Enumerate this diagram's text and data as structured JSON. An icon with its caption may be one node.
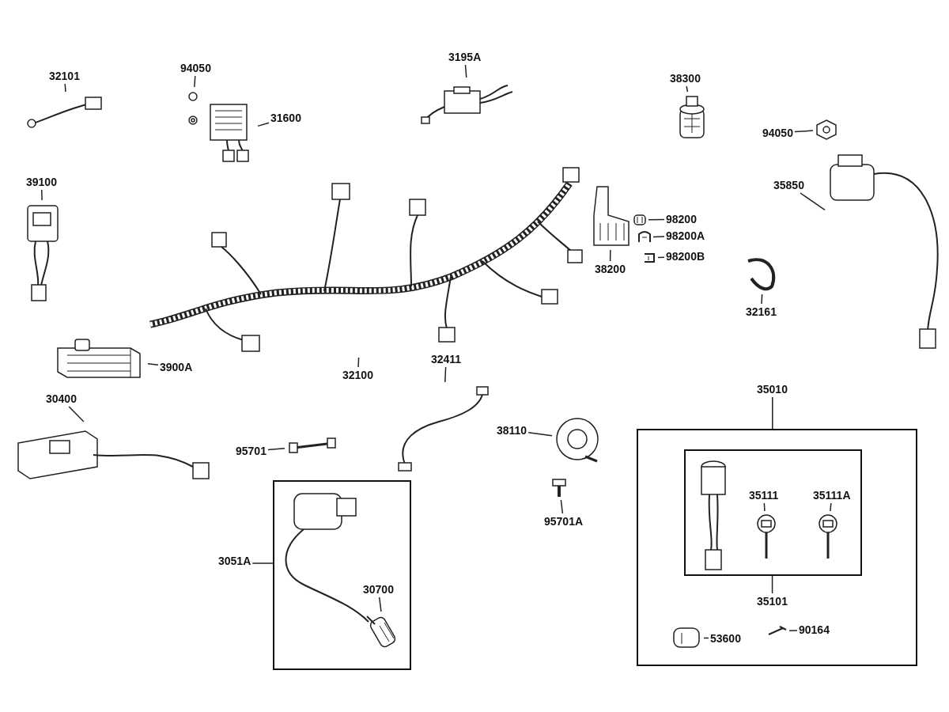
{
  "diagram": {
    "nodes": [
      {
        "text": [
          "32101"
        ]
      },
      {
        "text": [],
        "shape": "picture"
      },
      {
        "text": [
          "94050"
        ]
      },
      {
        "text": [],
        "shape": "picture"
      },
      {
        "text": [
          "31600"
        ]
      },
      {
        "text": [],
        "shape": "picture"
      },
      {
        "text": [
          "3195A"
        ]
      },
      {
        "text": [],
        "shape": "picture"
      },
      {
        "text": [
          "38300"
        ]
      },
      {
        "text": [],
        "shape": "picture"
      },
      {
        "text": [
          "94050"
        ]
      },
      {
        "text": [],
        "shape": "picture"
      },
      {
        "text": [
          "35850"
        ]
      },
      {
        "text": [],
        "shape": "picture"
      },
      {
        "text": [
          "39100"
        ]
      },
      {
        "text": [],
        "shape": "picture"
      },
      {
        "text": [
          "98200"
        ]
      },
      {
        "text": [],
        "shape": "picture"
      },
      {
        "text": [
          "98200A"
        ]
      },
      {
        "text": [],
        "shape": "picture"
      },
      {
        "text": [
          "98200B"
        ]
      },
      {
        "text": [],
        "shape": "picture"
      },
      {
        "text": [
          "38200"
        ]
      },
      {
        "text": [],
        "shape": "picture"
      },
      {
        "text": [
          "32100"
        ]
      },
      {
        "text": [],
        "shape": "picture"
      },
      {
        "text": [
          "32161"
        ]
      },
      {
        "text": [],
        "shape": "picture"
      },
      {
        "text": [
          "3900A"
        ]
      },
      {
        "text": [],
        "shape": "picture"
      },
      {
        "text": [
          "32411"
        ]
      },
      {
        "text": [],
        "shape": "picture"
      },
      {
        "text": [
          "35010"
        ]
      },
      {
        "text": [],
        "shape": "box"
      },
      {
        "text": [],
        "shape": "box",
        "in": 33
      },
      {
        "text": [
          "35111"
        ],
        "in": 34
      },
      {
        "text": [],
        "shape": "picture",
        "in": 34
      },
      {
        "text": [
          "35111A"
        ],
        "in": 34
      },
      {
        "text": [],
        "shape": "picture",
        "in": 34
      },
      {
        "text": [
          "35101"
        ],
        "in": 33
      },
      {
        "text": [
          "53600"
        ],
        "in": 33
      },
      {
        "text": [],
        "shape": "picture",
        "in": 33
      },
      {
        "text": [
          "90164"
        ],
        "in": 33
      },
      {
        "text": [],
        "shape": "picture",
        "in": 33
      },
      {
        "text": [
          "30400"
        ]
      },
      {
        "text": [],
        "shape": "picture"
      },
      {
        "text": [
          "95701"
        ]
      },
      {
        "text": [],
        "shape": "picture"
      },
      {
        "text": [
          "38110"
        ]
      },
      {
        "text": [],
        "shape": "picture"
      },
      {
        "text": [
          "95701A"
        ]
      },
      {
        "text": [],
        "shape": "picture"
      },
      {
        "text": [
          "3051A"
        ]
      },
      {
        "text": [],
        "shape": "box"
      },
      {
        "text": [
          "30700"
        ],
        "in": 53
      },
      {
        "text": [],
        "shape": "picture",
        "in": 53
      }
    ],
    "edges": [
      {
        "from": 0,
        "to": 1,
        "arrow": "none"
      },
      {
        "from": 2,
        "to": 3,
        "arrow": "none"
      },
      {
        "from": 4,
        "to": 5,
        "arrow": "none"
      },
      {
        "from": 6,
        "to": 7,
        "arrow": "none"
      },
      {
        "from": 8,
        "to": 9,
        "arrow": "none"
      },
      {
        "from": 10,
        "to": 11,
        "arrow": "none"
      },
      {
        "from": 12,
        "to": 13,
        "arrow": "none"
      },
      {
        "from": 14,
        "to": 15,
        "arrow": "none"
      },
      {
        "from": 16,
        "to": 17,
        "arrow": "none"
      },
      {
        "from": 18,
        "to": 19,
        "arrow": "none"
      },
      {
        "from": 20,
        "to": 21,
        "arrow": "none"
      },
      {
        "from": 22,
        "to": 23,
        "arrow": "none"
      },
      {
        "from": 24,
        "to": 25,
        "arrow": "none"
      },
      {
        "from": 26,
        "to": 27,
        "arrow": "none"
      },
      {
        "from": 28,
        "to": 29,
        "arrow": "none"
      },
      {
        "from": 30,
        "to": 31,
        "arrow": "none"
      },
      {
        "from": 32,
        "to": 33,
        "arrow": "none"
      },
      {
        "from": 35,
        "to": 36,
        "arrow": "none"
      },
      {
        "from": 37,
        "to": 38,
        "arrow": "none"
      },
      {
        "from": 39,
        "to": 34,
        "arrow": "none"
      },
      {
        "from": 40,
        "to": 41,
        "arrow": "none"
      },
      {
        "from": 42,
        "to": 43,
        "arrow": "none"
      },
      {
        "from": 44,
        "to": 45,
        "arrow": "none"
      },
      {
        "from": 46,
        "to": 47,
        "arrow": "none"
      },
      {
        "from": 48,
        "to": 49,
        "arrow": "none"
      },
      {
        "from": 50,
        "to": 51,
        "arrow": "none"
      },
      {
        "from": 52,
        "to": 53,
        "arrow": "none"
      },
      {
        "from": 54,
        "to": 55,
        "arrow": "none"
      }
    ]
  }
}
